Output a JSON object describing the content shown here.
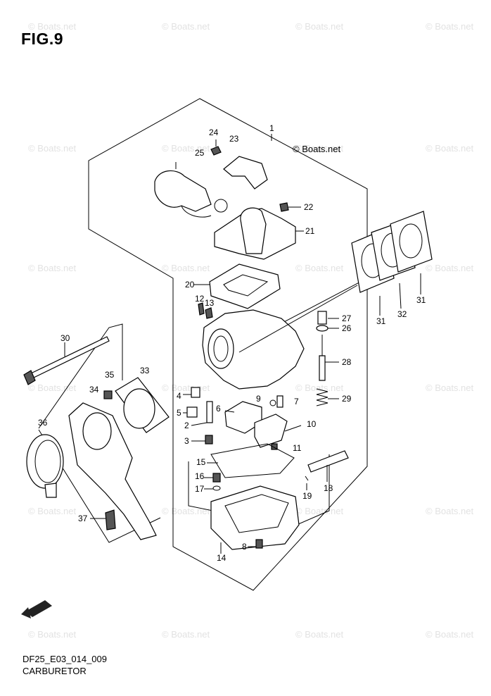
{
  "figure": {
    "title": "FIG.9",
    "diagram_code": "DF25_E03_014_009",
    "caption": "CARBURETOR",
    "brand_label": "© Boats.net",
    "watermark": "© Boats.net"
  },
  "callouts": [
    "1",
    "2",
    "3",
    "4",
    "5",
    "6",
    "7",
    "8",
    "9",
    "10",
    "11",
    "12",
    "13",
    "14",
    "15",
    "16",
    "17",
    "18",
    "19",
    "20",
    "21",
    "22",
    "23",
    "24",
    "25",
    "26",
    "27",
    "28",
    "29",
    "30",
    "31",
    "31",
    "32",
    "33",
    "34",
    "35",
    "36",
    "37"
  ],
  "icons": {
    "forward_arrow": "fwd-arrow-icon"
  }
}
